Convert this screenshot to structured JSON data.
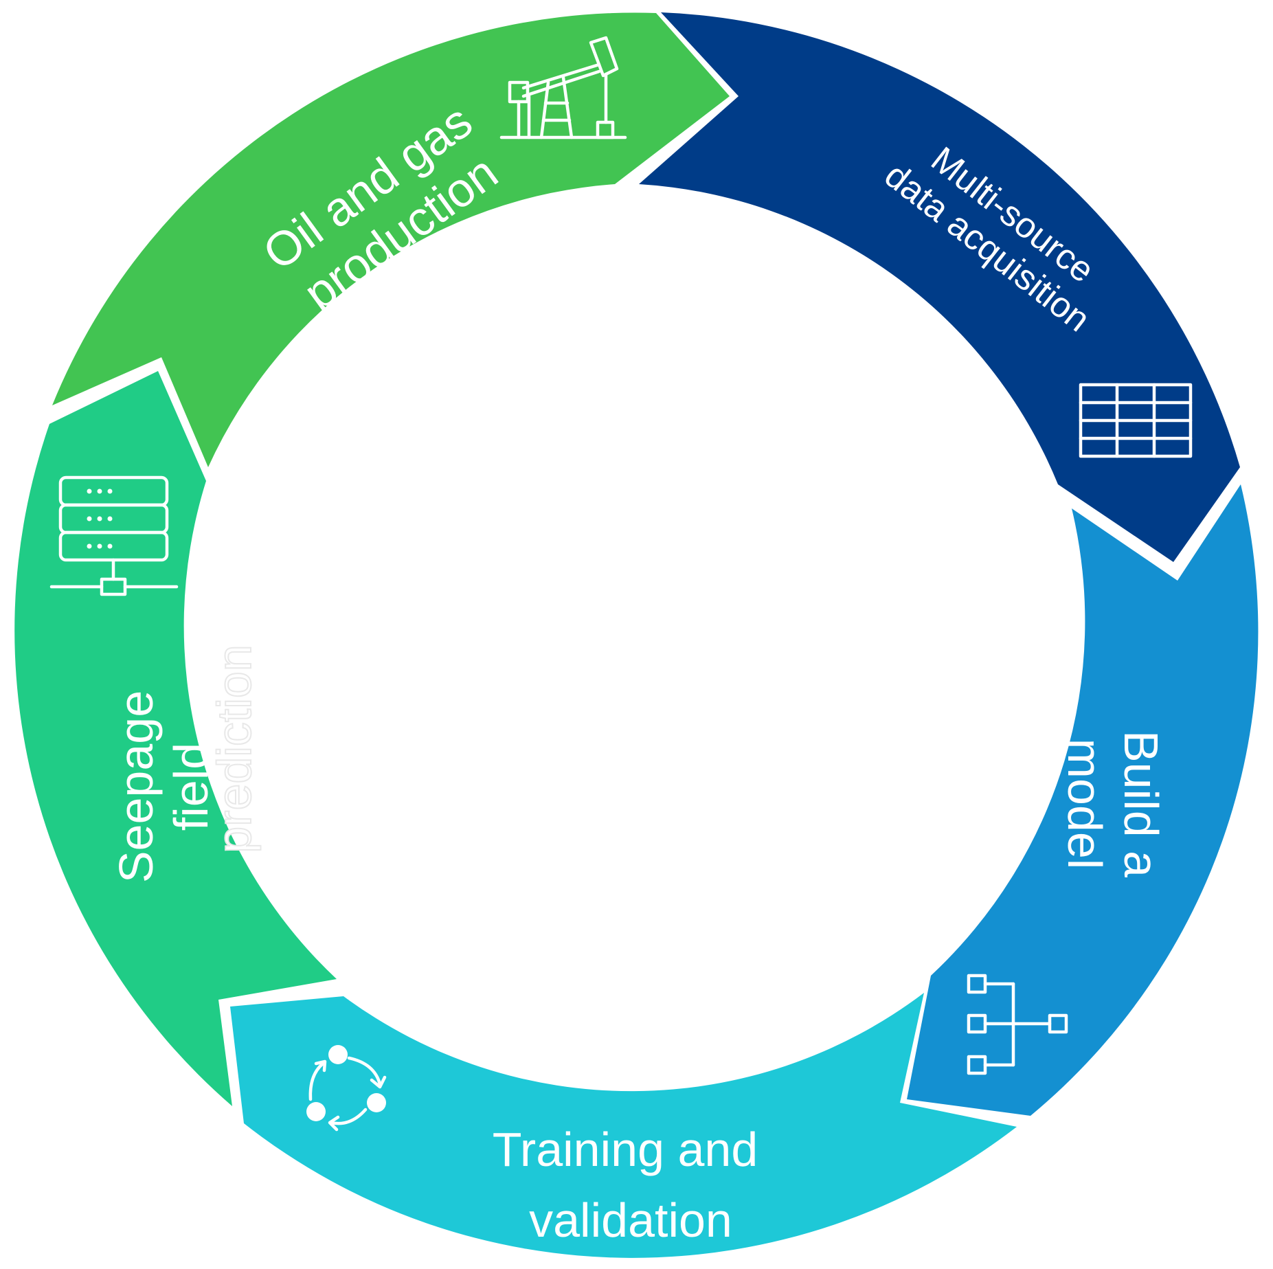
{
  "segments": [
    {
      "id": "oil-gas",
      "color": "#42c452",
      "lines": [
        "Oil and gas",
        "production"
      ],
      "icon": "pumpjack-icon"
    },
    {
      "id": "multi-source",
      "color": "#003c88",
      "lines": [
        "Multi-source",
        "data acquisition"
      ],
      "icon": "table-grid-icon"
    },
    {
      "id": "build-model",
      "color": "#1490d1",
      "lines": [
        "Build a",
        "model"
      ],
      "icon": "hierarchy-icon"
    },
    {
      "id": "training",
      "color": "#1ec8d7",
      "lines": [
        "Training and",
        "validation"
      ],
      "icon": "cycle-arrows-icon"
    },
    {
      "id": "seepage",
      "color": "#20cc86",
      "lines": [
        "Seepage",
        "field",
        "prediction"
      ],
      "icon": "server-rack-icon"
    }
  ]
}
